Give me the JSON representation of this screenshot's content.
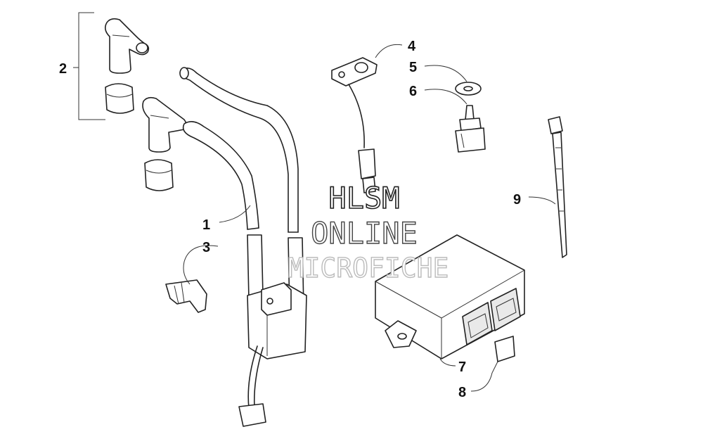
{
  "callouts": [
    {
      "id": "1",
      "label": "1"
    },
    {
      "id": "2",
      "label": "2"
    },
    {
      "id": "3",
      "label": "3"
    },
    {
      "id": "4",
      "label": "4"
    },
    {
      "id": "5",
      "label": "5"
    },
    {
      "id": "6",
      "label": "6"
    },
    {
      "id": "7",
      "label": "7"
    },
    {
      "id": "8",
      "label": "8"
    },
    {
      "id": "9",
      "label": "9"
    }
  ],
  "watermark": {
    "line1": "HLSM",
    "line2": "ONLINE",
    "line3": "MICROFICHE"
  }
}
